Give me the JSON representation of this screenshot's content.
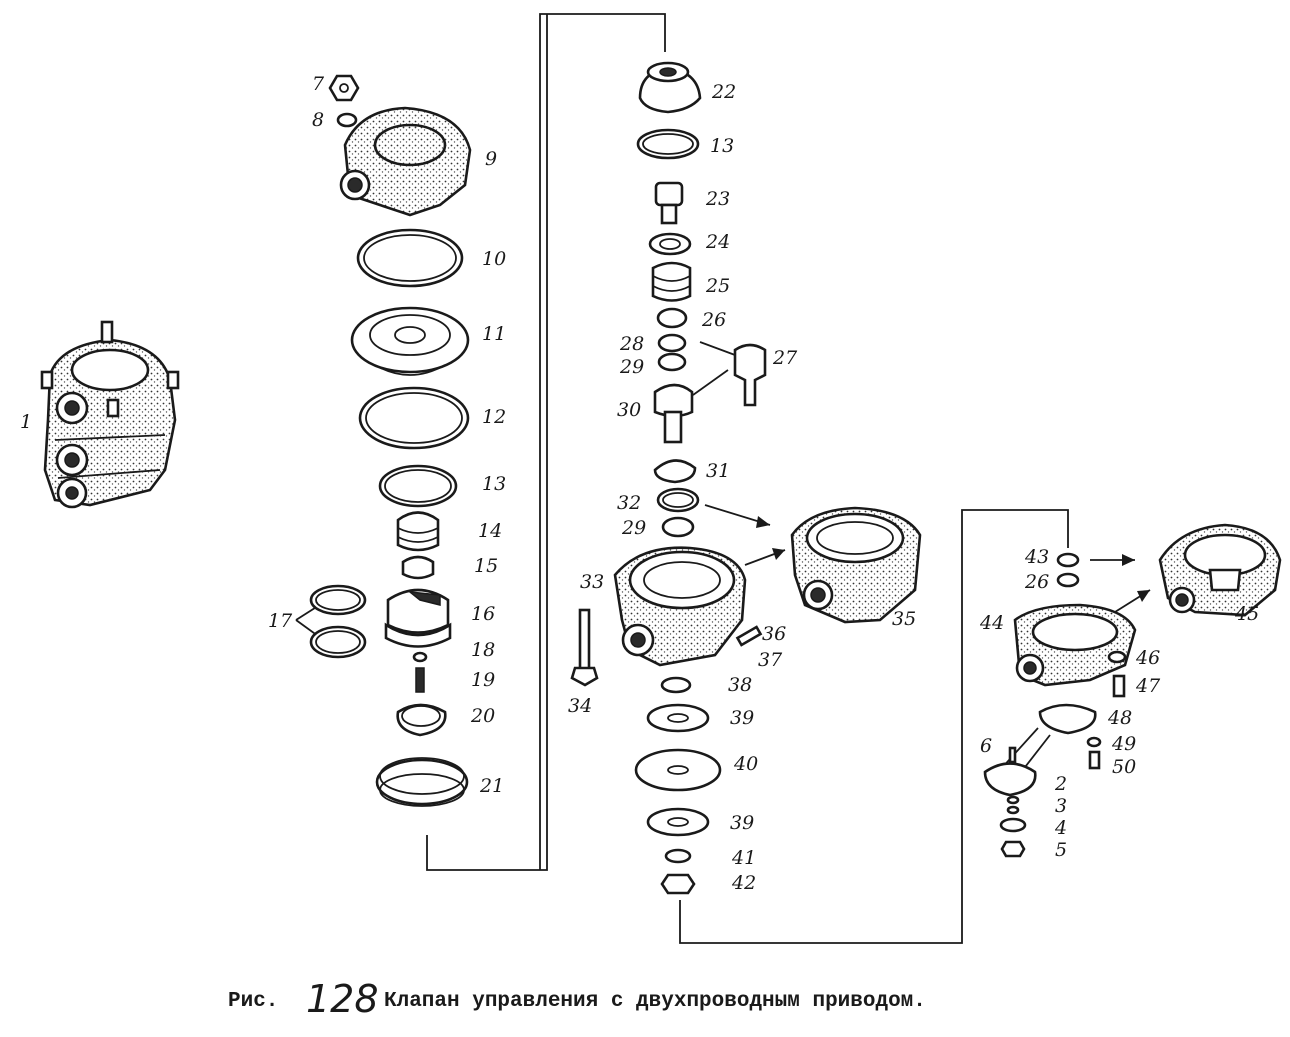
{
  "caption": {
    "prefix": "Рис.",
    "number": "128",
    "title": "Клапан управления с двухпроводным приводом."
  },
  "part_numbers": [
    "1",
    "2",
    "3",
    "4",
    "5",
    "6",
    "7",
    "8",
    "9",
    "10",
    "11",
    "12",
    "13",
    "13",
    "14",
    "15",
    "16",
    "17",
    "18",
    "19",
    "20",
    "21",
    "22",
    "23",
    "24",
    "25",
    "26",
    "26",
    "27",
    "28",
    "29",
    "29",
    "30",
    "31",
    "32",
    "33",
    "34",
    "35",
    "36",
    "37",
    "38",
    "39",
    "39",
    "40",
    "41",
    "42",
    "43",
    "44",
    "45",
    "46",
    "47",
    "48",
    "49",
    "50"
  ],
  "colors": {
    "ink": "#1a1a1a",
    "paper": "#ffffff"
  }
}
